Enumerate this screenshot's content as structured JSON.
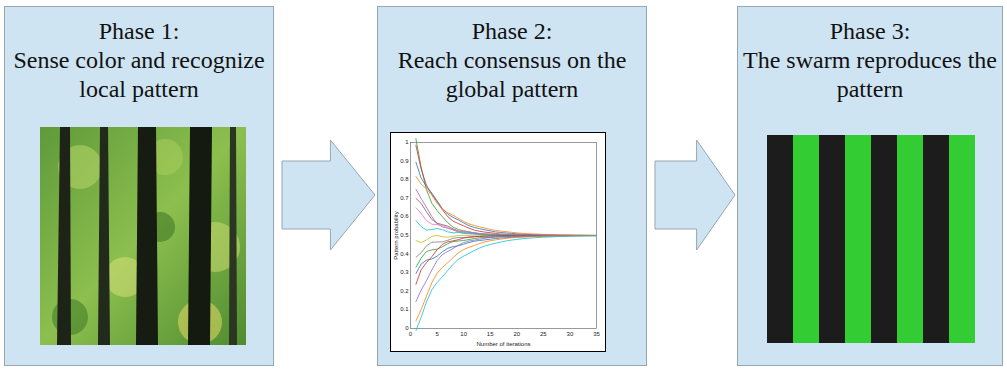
{
  "diagram": {
    "nodes": [
      {
        "text": [
          "Phase 1:",
          "Sense color and recognize local pattern"
        ]
      },
      {
        "text": [
          "Phase 2:",
          "Reach consensus on the global pattern"
        ]
      },
      {
        "text": [
          "Phase 3:",
          "The swarm reproduces the pattern"
        ]
      }
    ],
    "edges": [
      {
        "from": 0,
        "to": 1,
        "arrow": "to"
      },
      {
        "from": 1,
        "to": 2,
        "arrow": "to"
      }
    ],
    "labels": [
      "0",
      "5",
      "10",
      "15",
      "20",
      "25",
      "30",
      "35",
      "0",
      "0.1",
      "0.2",
      "0.3",
      "0.4",
      "0.5",
      "0.6",
      "0.7",
      "0.8",
      "0.9",
      "1",
      "Number of iterations",
      "Pattern probability"
    ]
  }
}
